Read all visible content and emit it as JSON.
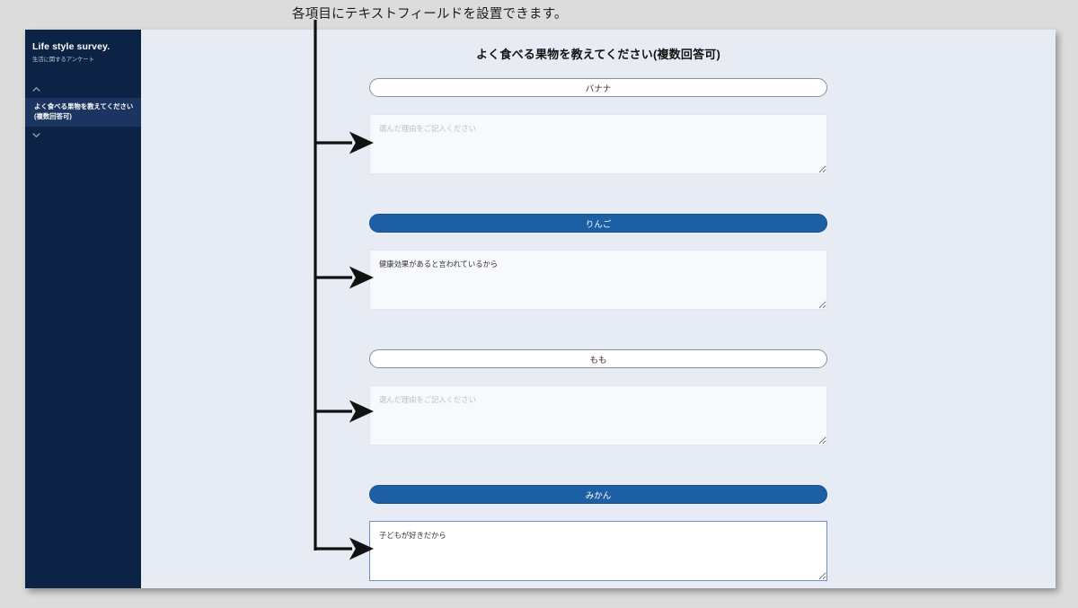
{
  "annotation": {
    "caption": "各項目にテキストフィールドを設置できます。",
    "arrow_color": "#111111",
    "arrow_count": 4
  },
  "window": {
    "background": "#e7ecf4"
  },
  "sidebar": {
    "background": "#0d2346",
    "brand_title": "Life style survey.",
    "brand_subtitle": "生活に関するアンケート",
    "collapse_icon": "chevron-up-icon",
    "expand_icon": "chevron-down-icon",
    "items": [
      {
        "label": "よく食べる果物を教えてください(複数回答可)",
        "active": true,
        "active_background": "#1b3560"
      }
    ]
  },
  "main": {
    "title": "よく食べる果物を教えてください(複数回答可)",
    "selected_color": "#1d5fa5",
    "unselected_color": "#ffffff",
    "placeholder": "選んだ理由をご記入ください",
    "questions": [
      {
        "option_label": "バナナ",
        "selected": false,
        "reason_value": "",
        "field_state": "idle"
      },
      {
        "option_label": "りんご",
        "selected": true,
        "reason_value": "健康効果があると言われているから",
        "field_state": "filled"
      },
      {
        "option_label": "もも",
        "selected": false,
        "reason_value": "",
        "field_state": "idle"
      },
      {
        "option_label": "みかん",
        "selected": true,
        "reason_value": "子どもが好きだから",
        "field_state": "focused"
      }
    ]
  }
}
